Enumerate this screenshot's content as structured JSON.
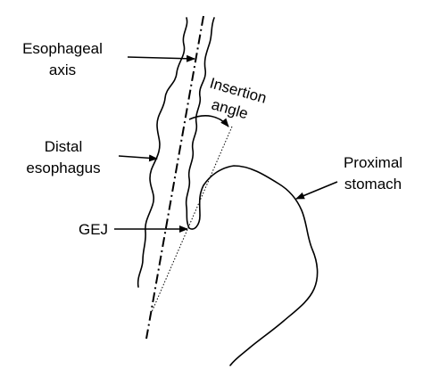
{
  "labels": {
    "esophageal_axis_line1": "Esophageal",
    "esophageal_axis_line2": "axis",
    "insertion_angle_line1": "Insertion",
    "insertion_angle_line2": "angle",
    "distal_esophagus_line1": "Distal",
    "distal_esophagus_line2": "esophagus",
    "proximal_stomach_line1": "Proximal",
    "proximal_stomach_line2": "stomach",
    "gej": "GEJ"
  },
  "colors": {
    "ink": "#000000",
    "background": "#ffffff"
  }
}
